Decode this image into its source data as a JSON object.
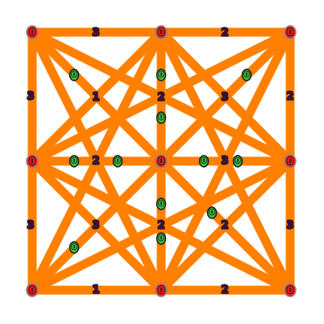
{
  "colors": {
    "background": "#ffffff",
    "edge": "#ff8000",
    "vertex_fill": "#ff1a1a",
    "vertex_outline": "#888888",
    "vertex_text": "#1a1a1a",
    "edge_label": "#4b0a4b",
    "crossing_fill": "#3cbf3c",
    "crossing_outline": "#1a1a1a"
  },
  "vertices": [
    {
      "id": "A",
      "label": "0"
    },
    {
      "id": "B",
      "label": "0"
    },
    {
      "id": "C",
      "label": "0"
    },
    {
      "id": "D",
      "label": "0"
    },
    {
      "id": "E",
      "label": "0"
    },
    {
      "id": "F",
      "label": "0"
    },
    {
      "id": "G",
      "label": "0"
    },
    {
      "id": "H",
      "label": "0"
    },
    {
      "id": "I",
      "label": "0"
    }
  ],
  "edge_labels": [
    {
      "id": "AB",
      "label": "3"
    },
    {
      "id": "BC",
      "label": "2"
    },
    {
      "id": "AD",
      "label": "3"
    },
    {
      "id": "CF",
      "label": "2"
    },
    {
      "id": "DG",
      "label": "3"
    },
    {
      "id": "FI",
      "label": "3"
    },
    {
      "id": "GH",
      "label": "1"
    },
    {
      "id": "HI",
      "label": "2"
    },
    {
      "id": "AE",
      "label": "1"
    },
    {
      "id": "BE",
      "label": "2"
    },
    {
      "id": "CE",
      "label": "3"
    },
    {
      "id": "DE",
      "label": "2"
    },
    {
      "id": "EF",
      "label": "3"
    },
    {
      "id": "EG",
      "label": "3"
    },
    {
      "id": "EH",
      "label": "2"
    },
    {
      "id": "EI",
      "label": "2"
    }
  ],
  "crossings": [
    {
      "id": "c1",
      "label": "0"
    },
    {
      "id": "c2",
      "label": "0"
    },
    {
      "id": "c3",
      "label": "0"
    },
    {
      "id": "c4",
      "label": "0"
    },
    {
      "id": "c5",
      "label": "0"
    },
    {
      "id": "c6",
      "label": "0"
    },
    {
      "id": "c7",
      "label": "0"
    },
    {
      "id": "c8",
      "label": "0"
    },
    {
      "id": "c9",
      "label": "0"
    },
    {
      "id": "c10",
      "label": "0"
    },
    {
      "id": "c11",
      "label": "0"
    },
    {
      "id": "c12",
      "label": "0"
    }
  ]
}
